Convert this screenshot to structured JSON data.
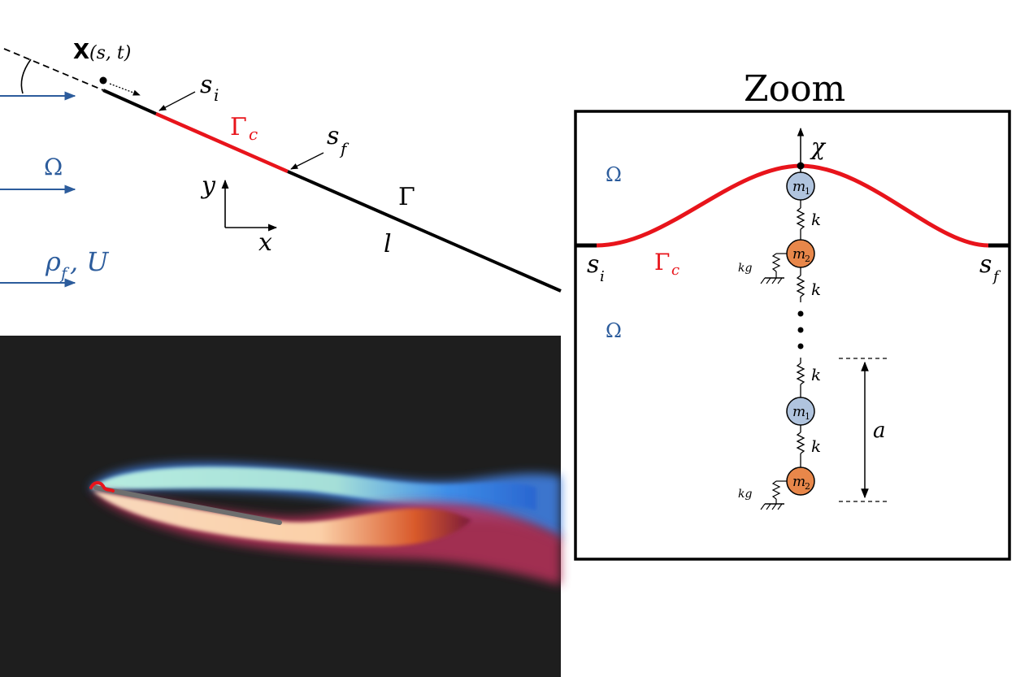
{
  "labels": {
    "position": "X",
    "position_args": "(s, t)",
    "s_i": "s",
    "s_i_sub": "i",
    "s_f": "s",
    "s_f_sub": "f",
    "gamma_c": "Γ",
    "gamma_c_sub": "c",
    "gamma": "Γ",
    "length": "l",
    "omega": "Ω",
    "rho": "ρ",
    "rho_sub": "f",
    "rho_tail": ", U",
    "axis_x": "x",
    "axis_y": "y"
  },
  "zoom": {
    "title": "Zoom",
    "chi": "χ",
    "omega": "Ω",
    "omega_lower": "Ω",
    "s_i": "s",
    "s_i_sub": "i",
    "s_f": "s",
    "s_f_sub": "f",
    "gamma_c": "Γ",
    "gamma_c_sub": "c",
    "m": "m",
    "sub1": "1",
    "sub2": "2",
    "k": "k",
    "kg": "kg",
    "a": "a"
  },
  "colors": {
    "contact": "#e8141b",
    "flow": "#2c5c9c",
    "mass1": "#b0c4de",
    "mass2": "#e8874a",
    "background_panel": "#1e1e1e"
  }
}
